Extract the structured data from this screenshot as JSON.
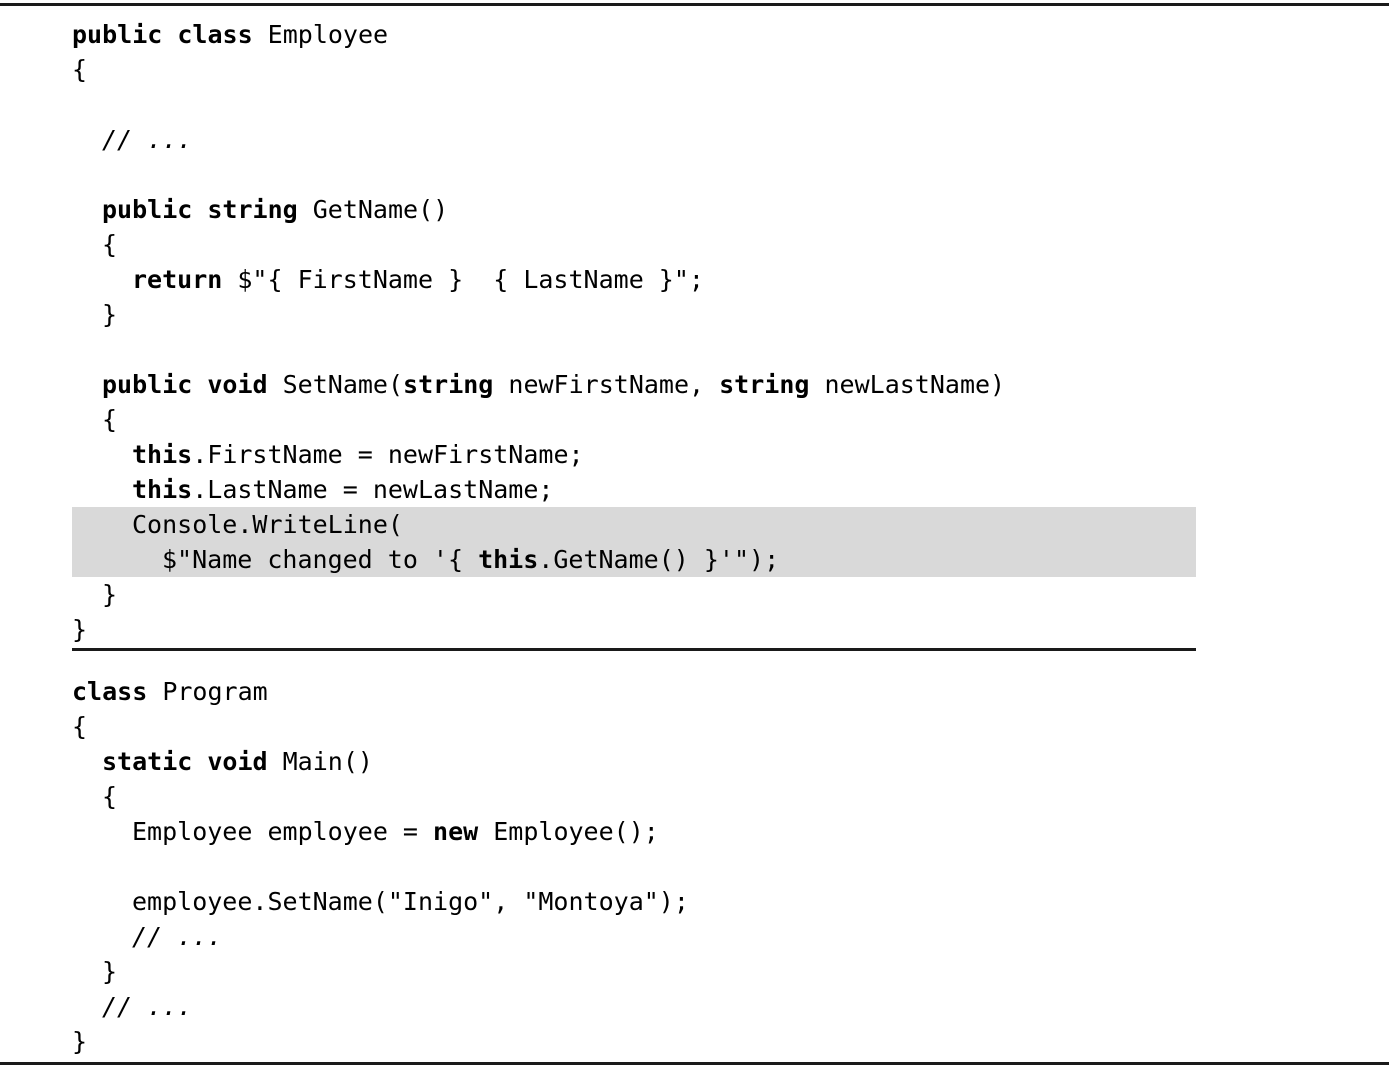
{
  "document": {
    "type": "code-listing",
    "language": "C#",
    "highlight_color": "#d9d9d9",
    "text_color": "#000000",
    "background_color": "#ffffff",
    "rule_color": "#1a1a1a"
  },
  "blocks": [
    {
      "name": "employee-class",
      "lines": [
        {
          "indent": 0,
          "segments": [
            {
              "t": "public class ",
              "s": "kw"
            },
            {
              "t": "Employee",
              "s": "plain"
            }
          ]
        },
        {
          "indent": 0,
          "segments": [
            {
              "t": "{",
              "s": "plain"
            }
          ]
        },
        {
          "indent": 0,
          "segments": []
        },
        {
          "indent": 1,
          "segments": [
            {
              "t": "// ...",
              "s": "cmt"
            }
          ]
        },
        {
          "indent": 0,
          "segments": []
        },
        {
          "indent": 1,
          "segments": [
            {
              "t": "public string ",
              "s": "kw"
            },
            {
              "t": "GetName()",
              "s": "plain"
            }
          ]
        },
        {
          "indent": 1,
          "segments": [
            {
              "t": "{",
              "s": "plain"
            }
          ]
        },
        {
          "indent": 2,
          "segments": [
            {
              "t": "return ",
              "s": "kw"
            },
            {
              "t": "$\"{ FirstName }  { LastName }\";",
              "s": "plain"
            }
          ]
        },
        {
          "indent": 1,
          "segments": [
            {
              "t": "}",
              "s": "plain"
            }
          ]
        },
        {
          "indent": 0,
          "segments": []
        },
        {
          "indent": 1,
          "segments": [
            {
              "t": "public void ",
              "s": "kw"
            },
            {
              "t": "SetName(",
              "s": "plain"
            },
            {
              "t": "string ",
              "s": "kw"
            },
            {
              "t": "newFirstName, ",
              "s": "plain"
            },
            {
              "t": "string ",
              "s": "kw"
            },
            {
              "t": "newLastName)",
              "s": "plain"
            }
          ]
        },
        {
          "indent": 1,
          "segments": [
            {
              "t": "{",
              "s": "plain"
            }
          ]
        },
        {
          "indent": 2,
          "segments": [
            {
              "t": "this",
              "s": "kw"
            },
            {
              "t": ".FirstName = newFirstName;",
              "s": "plain"
            }
          ]
        },
        {
          "indent": 2,
          "segments": [
            {
              "t": "this",
              "s": "kw"
            },
            {
              "t": ".LastName = newLastName;",
              "s": "plain"
            }
          ]
        },
        {
          "indent": 2,
          "highlighted": true,
          "segments": [
            {
              "t": "Console.WriteLine(",
              "s": "plain"
            }
          ]
        },
        {
          "indent": 3,
          "highlighted": true,
          "segments": [
            {
              "t": "$\"Name changed to '{ ",
              "s": "plain"
            },
            {
              "t": "this",
              "s": "kw"
            },
            {
              "t": ".GetName() }'\");",
              "s": "plain"
            }
          ]
        },
        {
          "indent": 1,
          "segments": [
            {
              "t": "}",
              "s": "plain"
            }
          ]
        },
        {
          "indent": 0,
          "segments": [
            {
              "t": "}",
              "s": "plain"
            }
          ]
        }
      ]
    },
    {
      "name": "program-class",
      "lines": [
        {
          "indent": 0,
          "segments": [
            {
              "t": "class ",
              "s": "kw"
            },
            {
              "t": "Program",
              "s": "plain"
            }
          ]
        },
        {
          "indent": 0,
          "segments": [
            {
              "t": "{",
              "s": "plain"
            }
          ]
        },
        {
          "indent": 1,
          "segments": [
            {
              "t": "static void ",
              "s": "kw"
            },
            {
              "t": "Main()",
              "s": "plain"
            }
          ]
        },
        {
          "indent": 1,
          "segments": [
            {
              "t": "{",
              "s": "plain"
            }
          ]
        },
        {
          "indent": 2,
          "segments": [
            {
              "t": "Employee employee = ",
              "s": "plain"
            },
            {
              "t": "new",
              "s": "kw"
            },
            {
              "t": " Employee();",
              "s": "plain"
            }
          ]
        },
        {
          "indent": 0,
          "segments": []
        },
        {
          "indent": 2,
          "segments": [
            {
              "t": "employee.SetName(\"Inigo\", \"Montoya\");",
              "s": "plain"
            }
          ]
        },
        {
          "indent": 2,
          "segments": [
            {
              "t": "// ...",
              "s": "cmt"
            }
          ]
        },
        {
          "indent": 1,
          "segments": [
            {
              "t": "}",
              "s": "plain"
            }
          ]
        },
        {
          "indent": 1,
          "segments": [
            {
              "t": "// ...",
              "s": "cmt"
            }
          ]
        },
        {
          "indent": 0,
          "segments": [
            {
              "t": "}",
              "s": "plain"
            }
          ]
        }
      ]
    }
  ]
}
